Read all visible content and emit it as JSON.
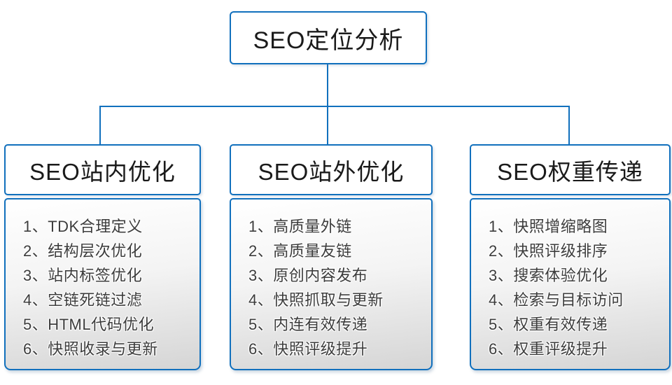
{
  "diagram": {
    "root_label": "SEO定位分析",
    "columns": [
      {
        "title": "SEO站内优化",
        "items": [
          "1、TDK合理定义",
          "2、结构层次优化",
          "3、站内标签优化",
          "4、空链死链过滤",
          "5、HTML代码优化",
          "6、快照收录与更新"
        ]
      },
      {
        "title": "SEO站外优化",
        "items": [
          "1、高质量外链",
          "2、高质量友链",
          "3、原创内容发布",
          "4、快照抓取与更新",
          "5、内连有效传递",
          "6、快照评级提升"
        ]
      },
      {
        "title": "SEO权重传递",
        "items": [
          "1、快照增缩略图",
          "2、快照评级排序",
          "3、搜索体验优化",
          "4、检索与目标访问",
          "5、权重有效传递",
          "6、权重评级提升"
        ]
      }
    ],
    "colors": {
      "border_blue": "#1170bd",
      "connector_blue": "#1170bd",
      "header_background": "#ffffff",
      "body_gradient_top": "#ffffff",
      "body_gradient_bottom": "#d5d5d5",
      "title_text": "#1a1a1a",
      "item_text": "#3c3c3c"
    }
  }
}
